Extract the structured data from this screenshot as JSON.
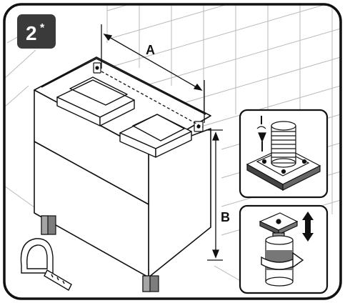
{
  "step": {
    "number": "2",
    "marker": "*"
  },
  "dimensions": {
    "width_label": "A",
    "height_label": "B"
  },
  "colors": {
    "frame": "#111111",
    "step_badge": "#3a3a3a",
    "step_text": "#ffffff",
    "tile_grid": "#b9b9b9",
    "leg": "#7d7d7d",
    "inset_dark": "#333333"
  },
  "icons": {
    "screw_foot_detail": "screw-mounted-foot-icon",
    "foot_adjust_detail": "adjustable-foot-icon",
    "tape_measure": "tape-measure-icon",
    "vertical_arrow": "up-down-arrow-icon",
    "rotate_arrow": "rotate-arrow-icon"
  }
}
